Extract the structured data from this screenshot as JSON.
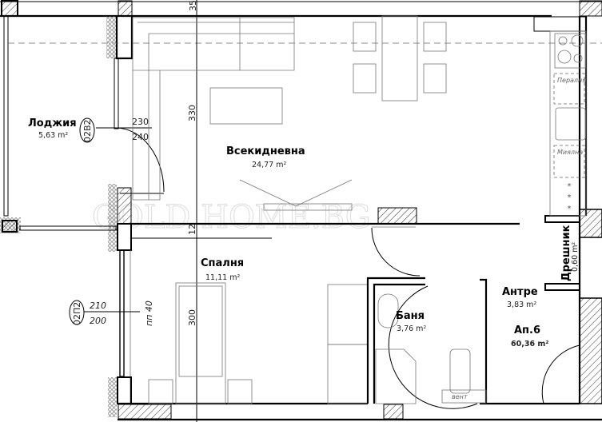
{
  "plan": {
    "apartment": {
      "name": "Ап.6",
      "area": "60,36 m²"
    },
    "rooms": [
      {
        "name": "Лоджия",
        "area": "5,63 m²"
      },
      {
        "name": "Всекидневна",
        "area": "24,77 m²"
      },
      {
        "name": "Спалня",
        "area": "11,11 m²"
      },
      {
        "name": "Баня",
        "area": "3,76 m²"
      },
      {
        "name": "Антре",
        "area": "3,83 m²"
      },
      {
        "name": "Дрешник",
        "area": "0,60 m²"
      }
    ],
    "openings": [
      {
        "code": "02В2",
        "width": "230",
        "height": "240"
      },
      {
        "code": "02П2",
        "width": "210",
        "height": "200",
        "sill": "пп 40"
      }
    ],
    "dimensions": [
      "35",
      "330",
      "12",
      "300"
    ],
    "fixtures": {
      "washer": "Пералня",
      "dishwasher": "Миялна",
      "vent": "вент"
    },
    "watermark": "GOLD HOME.BG"
  }
}
